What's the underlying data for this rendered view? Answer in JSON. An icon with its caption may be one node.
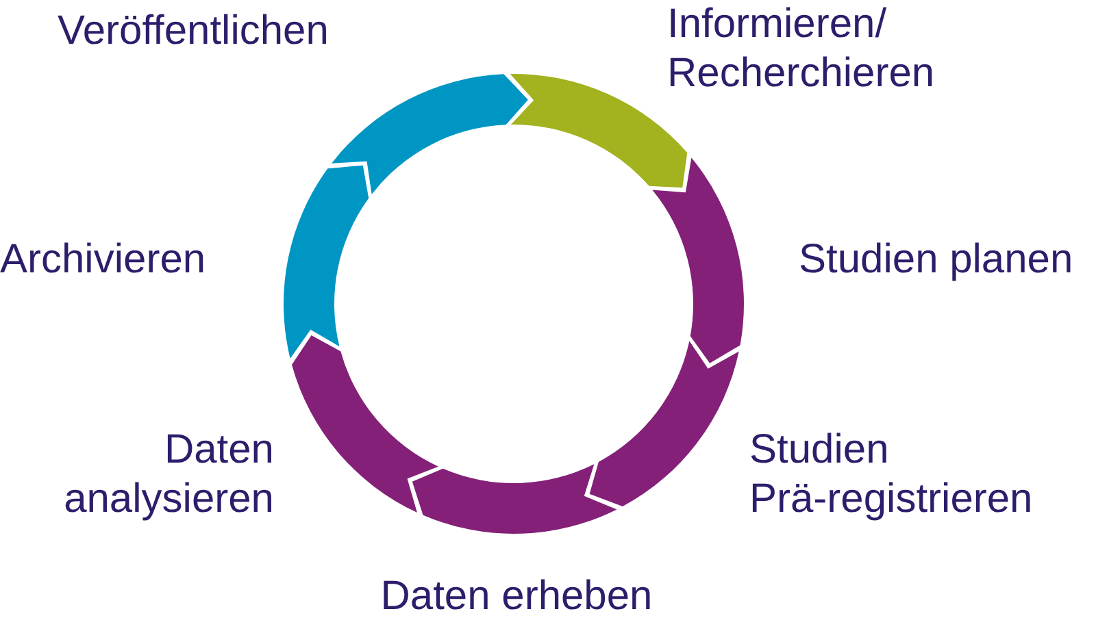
{
  "diagram": {
    "nodes": [
      {
        "text": [],
        "shape": "arc",
        "beside": [
          "Informieren/ Recherchieren"
        ]
      },
      {
        "text": [],
        "shape": "arc",
        "beside": [
          "Studien planen"
        ]
      },
      {
        "text": [],
        "shape": "arc",
        "beside": [
          "Studien Prä-registrieren"
        ]
      },
      {
        "text": [],
        "shape": "arc",
        "beside": [
          "Daten erheben"
        ]
      },
      {
        "text": [],
        "shape": "arc",
        "beside": [
          "Daten analysieren"
        ]
      },
      {
        "text": [],
        "shape": "arc",
        "beside": [
          "Archivieren"
        ]
      },
      {
        "text": [],
        "shape": "arc",
        "beside": [
          "Veröffentlichen"
        ]
      }
    ]
  }
}
